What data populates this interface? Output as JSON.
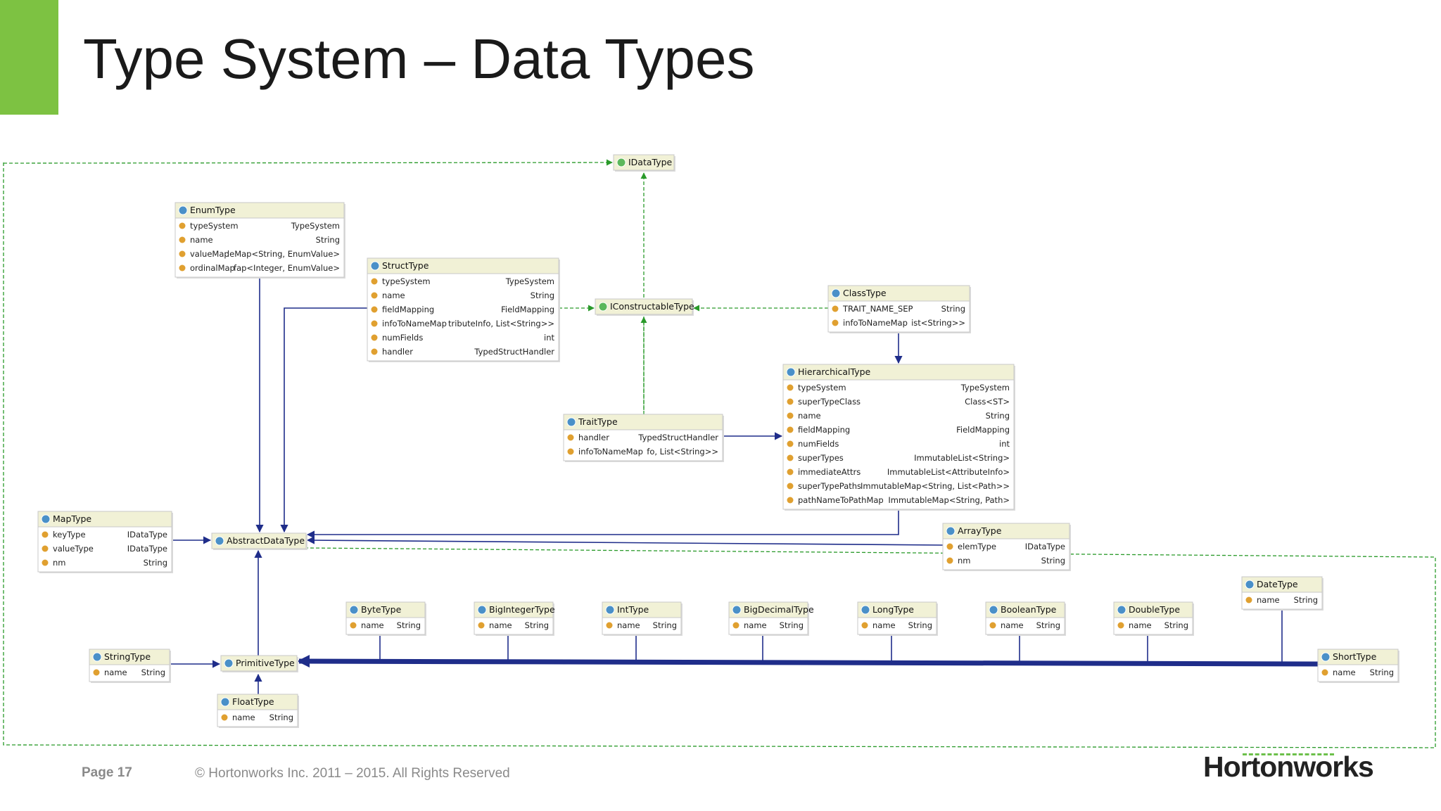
{
  "slide": {
    "title": "Type System – Data Types",
    "page_label": "Page 17",
    "copyright": "© Hortonworks Inc. 2011 – 2015. All Rights Reserved",
    "logo_text": "Hortonworks"
  },
  "colors": {
    "accent": "#7dc242",
    "header_bg": "#f1f1d6",
    "border": "#c8c8c8",
    "inherit": "#1f2d8a",
    "implement": "#2a9a2a",
    "class_icon": "#4a90c8",
    "interface_icon": "#5cb85c",
    "field_icon": "#e0a030"
  },
  "diagram": {
    "classes": [
      {
        "id": "IDataType",
        "name": "IDataType",
        "kind": "interface",
        "fields": []
      },
      {
        "id": "EnumType",
        "name": "EnumType",
        "kind": "class",
        "fields": [
          [
            "typeSystem",
            "TypeSystem"
          ],
          [
            "name",
            "String"
          ],
          [
            "valueMap",
            "leMap<String, EnumValue>"
          ],
          [
            "ordinalMap",
            "fap<Integer, EnumValue>"
          ]
        ]
      },
      {
        "id": "StructType",
        "name": "StructType",
        "kind": "class",
        "fields": [
          [
            "typeSystem",
            "TypeSystem"
          ],
          [
            "name",
            "String"
          ],
          [
            "fieldMapping",
            "FieldMapping"
          ],
          [
            "infoToNameMap",
            "tributeInfo, List<String>>"
          ],
          [
            "numFields",
            "int"
          ],
          [
            "handler",
            "TypedStructHandler"
          ]
        ]
      },
      {
        "id": "IConstructableType",
        "name": "IConstructableType",
        "kind": "interface",
        "fields": []
      },
      {
        "id": "ClassType",
        "name": "ClassType",
        "kind": "class",
        "fields": [
          [
            "TRAIT_NAME_SEP",
            "String"
          ],
          [
            "infoToNameMap",
            "ist<String>>"
          ]
        ]
      },
      {
        "id": "HierarchicalType",
        "name": "HierarchicalType",
        "kind": "abstract",
        "fields": [
          [
            "typeSystem",
            "TypeSystem"
          ],
          [
            "superTypeClass",
            "Class<ST>"
          ],
          [
            "name",
            "String"
          ],
          [
            "fieldMapping",
            "FieldMapping"
          ],
          [
            "numFields",
            "int"
          ],
          [
            "superTypes",
            "ImmutableList<String>"
          ],
          [
            "immediateAttrs",
            "ImmutableList<AttributeInfo>"
          ],
          [
            "superTypePaths",
            "ImmutableMap<String, List<Path>>"
          ],
          [
            "pathNameToPathMap",
            "ImmutableMap<String, Path>"
          ]
        ]
      },
      {
        "id": "TraitType",
        "name": "TraitType",
        "kind": "class",
        "fields": [
          [
            "handler",
            "TypedStructHandler"
          ],
          [
            "infoToNameMap",
            "fo, List<String>>"
          ]
        ]
      },
      {
        "id": "MapType",
        "name": "MapType",
        "kind": "static",
        "fields": [
          [
            "keyType",
            "IDataType"
          ],
          [
            "valueType",
            "IDataType"
          ],
          [
            "nm",
            "String"
          ]
        ]
      },
      {
        "id": "AbstractDataType",
        "name": "AbstractDataType",
        "kind": "abstract",
        "fields": []
      },
      {
        "id": "ArrayType",
        "name": "ArrayType",
        "kind": "static",
        "fields": [
          [
            "elemType",
            "IDataType"
          ],
          [
            "nm",
            "String"
          ]
        ]
      },
      {
        "id": "DateType",
        "name": "DateType",
        "kind": "static",
        "fields": [
          [
            "name",
            "String"
          ]
        ]
      },
      {
        "id": "ByteType",
        "name": "ByteType",
        "kind": "static",
        "fields": [
          [
            "name",
            "String"
          ]
        ]
      },
      {
        "id": "BigIntegerType",
        "name": "BigIntegerType",
        "kind": "static",
        "fields": [
          [
            "name",
            "String"
          ]
        ]
      },
      {
        "id": "IntType",
        "name": "IntType",
        "kind": "static",
        "fields": [
          [
            "name",
            "String"
          ]
        ]
      },
      {
        "id": "BigDecimalType",
        "name": "BigDecimalType",
        "kind": "static",
        "fields": [
          [
            "name",
            "String"
          ]
        ]
      },
      {
        "id": "LongType",
        "name": "LongType",
        "kind": "static",
        "fields": [
          [
            "name",
            "String"
          ]
        ]
      },
      {
        "id": "BooleanType",
        "name": "BooleanType",
        "kind": "static",
        "fields": [
          [
            "name",
            "String"
          ]
        ]
      },
      {
        "id": "DoubleType",
        "name": "DoubleType",
        "kind": "static",
        "fields": [
          [
            "name",
            "String"
          ]
        ]
      },
      {
        "id": "StringType",
        "name": "StringType",
        "kind": "static",
        "fields": [
          [
            "name",
            "String"
          ]
        ]
      },
      {
        "id": "PrimitiveType",
        "name": "PrimitiveType",
        "kind": "static",
        "fields": []
      },
      {
        "id": "ShortType",
        "name": "ShortType",
        "kind": "static",
        "fields": [
          [
            "name",
            "String"
          ]
        ]
      },
      {
        "id": "FloatType",
        "name": "FloatType",
        "kind": "static",
        "fields": [
          [
            "name",
            "String"
          ]
        ]
      }
    ],
    "relations": [
      {
        "from": "EnumType",
        "to": "AbstractDataType",
        "type": "extends"
      },
      {
        "from": "StructType",
        "to": "AbstractDataType",
        "type": "extends"
      },
      {
        "from": "MapType",
        "to": "AbstractDataType",
        "type": "extends"
      },
      {
        "from": "HierarchicalType",
        "to": "AbstractDataType",
        "type": "extends"
      },
      {
        "from": "ArrayType",
        "to": "AbstractDataType",
        "type": "extends"
      },
      {
        "from": "PrimitiveType",
        "to": "AbstractDataType",
        "type": "extends"
      },
      {
        "from": "ClassType",
        "to": "HierarchicalType",
        "type": "extends"
      },
      {
        "from": "TraitType",
        "to": "HierarchicalType",
        "type": "extends"
      },
      {
        "from": "StringType",
        "to": "PrimitiveType",
        "type": "extends"
      },
      {
        "from": "FloatType",
        "to": "PrimitiveType",
        "type": "extends"
      },
      {
        "from": "ShortType",
        "to": "PrimitiveType",
        "type": "extends"
      },
      {
        "from": "ByteType",
        "to": "PrimitiveType",
        "type": "extends"
      },
      {
        "from": "BigIntegerType",
        "to": "PrimitiveType",
        "type": "extends"
      },
      {
        "from": "IntType",
        "to": "PrimitiveType",
        "type": "extends"
      },
      {
        "from": "BigDecimalType",
        "to": "PrimitiveType",
        "type": "extends"
      },
      {
        "from": "LongType",
        "to": "PrimitiveType",
        "type": "extends"
      },
      {
        "from": "BooleanType",
        "to": "PrimitiveType",
        "type": "extends"
      },
      {
        "from": "DoubleType",
        "to": "PrimitiveType",
        "type": "extends"
      },
      {
        "from": "DateType",
        "to": "PrimitiveType",
        "type": "extends"
      },
      {
        "from": "StructType",
        "to": "IConstructableType",
        "type": "implements"
      },
      {
        "from": "ClassType",
        "to": "IConstructableType",
        "type": "implements"
      },
      {
        "from": "TraitType",
        "to": "IConstructableType",
        "type": "implements"
      },
      {
        "from": "IConstructableType",
        "to": "IDataType",
        "type": "implements"
      },
      {
        "from": "AbstractDataType",
        "to": "IDataType",
        "type": "implements"
      }
    ]
  }
}
